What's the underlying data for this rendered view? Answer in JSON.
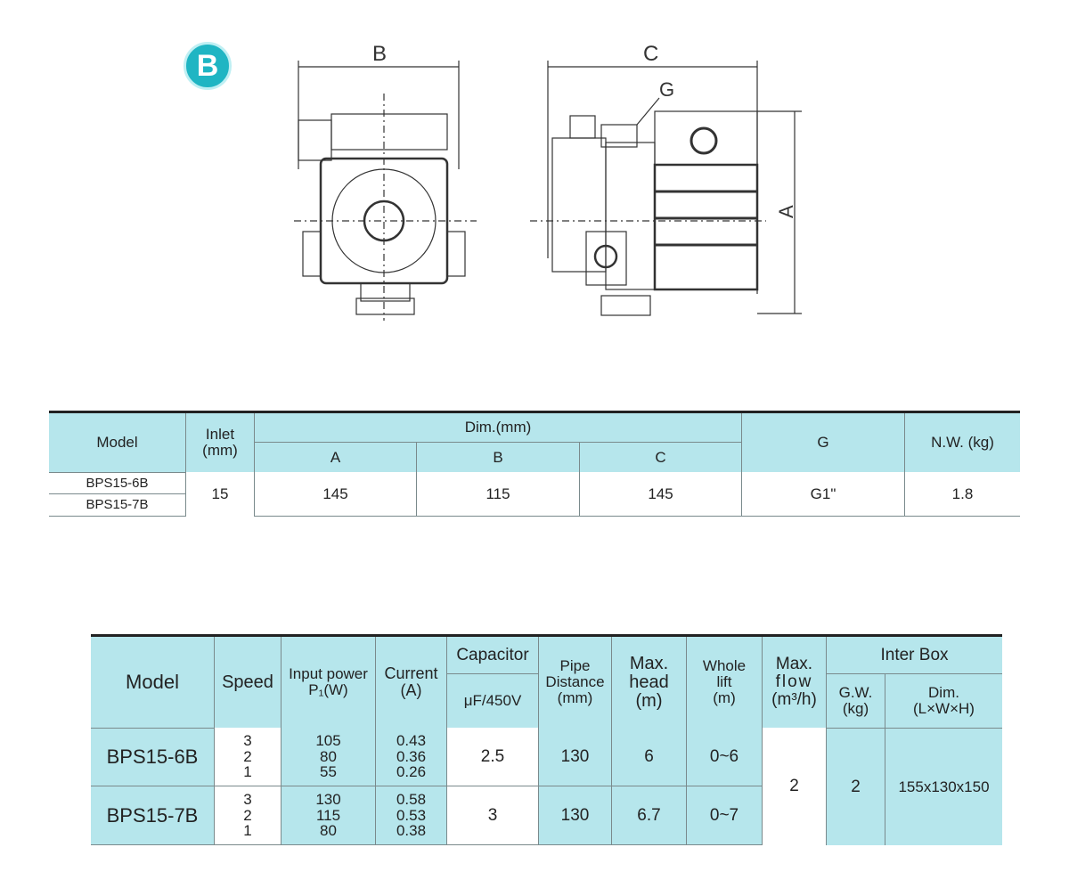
{
  "badge": "B",
  "diagram": {
    "label_b": "B",
    "label_c": "C",
    "label_g": "G",
    "label_a": "A"
  },
  "table1": {
    "headers": {
      "model": "Model",
      "inlet": "Inlet\n(mm)",
      "dim": "Dim.(mm)",
      "a": "A",
      "b": "B",
      "c": "C",
      "g": "G",
      "nw": "N.W. (kg)"
    },
    "models": [
      "BPS15-6B",
      "BPS15-7B"
    ],
    "inlet": "15",
    "a": "145",
    "b": "115",
    "c": "145",
    "g": "G1\"",
    "nw": "1.8"
  },
  "table2": {
    "headers": {
      "model": "Model",
      "speed": "Speed",
      "input_power": "Input power",
      "input_power_unit": "P₁(W)",
      "current": "Current",
      "current_unit": "(A)",
      "capacitor": "Capacitor",
      "capacitor_unit": "μF/450V",
      "pipe": "Pipe",
      "pipe2": "Distance",
      "pipe_unit": "(mm)",
      "head": "Max.",
      "head2": "head",
      "head_unit": "(m)",
      "lift": "Whole",
      "lift2": "lift",
      "lift_unit": "(m)",
      "flow": "Max.",
      "flow2": "flow",
      "flow_unit": "(m³/h)",
      "inter_box": "Inter Box",
      "gw": "G.W.",
      "gw_unit": "(kg)",
      "dim": "Dim.",
      "dim_unit": "(L×W×H)"
    },
    "rows": [
      {
        "model": "BPS15-6B",
        "speeds": [
          "3",
          "2",
          "1"
        ],
        "power": [
          "105",
          "80",
          "55"
        ],
        "current": [
          "0.43",
          "0.36",
          "0.26"
        ],
        "capacitor": "2.5",
        "pipe": "130",
        "head": "6",
        "lift": "0~6"
      },
      {
        "model": "BPS15-7B",
        "speeds": [
          "3",
          "2",
          "1"
        ],
        "power": [
          "130",
          "115",
          "80"
        ],
        "current": [
          "0.58",
          "0.53",
          "0.38"
        ],
        "capacitor": "3",
        "pipe": "130",
        "head": "6.7",
        "lift": "0~7"
      }
    ],
    "flow": "2",
    "gw": "2",
    "dim": "155x130x150"
  }
}
